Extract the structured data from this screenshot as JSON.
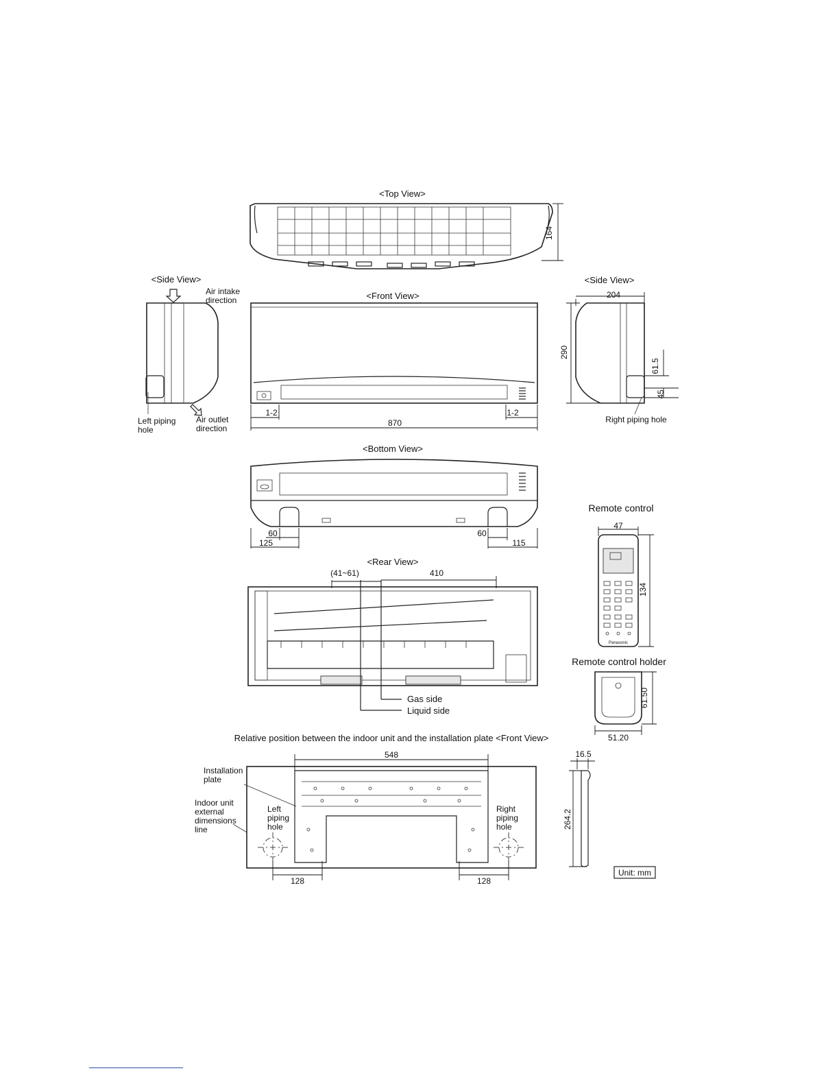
{
  "views": {
    "top_view": "<Top View>",
    "side_view_left": "<Side View>",
    "side_view_right": "<Side View>",
    "front_view": "<Front View>",
    "bottom_view": "<Bottom View>",
    "rear_view": "<Rear View>"
  },
  "labels": {
    "air_intake_1": "Air intake",
    "air_intake_2": "direction",
    "air_outlet_1": "Air outlet",
    "air_outlet_2": "direction",
    "left_piping_1": "Left piping",
    "left_piping_2": "hole",
    "right_piping": "Right piping hole",
    "gas_side": "Gas side",
    "liquid_side": "Liquid side",
    "remote_control": "Remote control",
    "remote_holder": "Remote control holder",
    "relative_position": "Relative position between the indoor unit and the installation plate <Front View>",
    "installation_plate_1": "Installation",
    "installation_plate_2": "plate",
    "indoor_ext_1": "Indoor unit",
    "indoor_ext_2": "external",
    "indoor_ext_3": "dimensions",
    "indoor_ext_4": "line",
    "plate_left_1": "Left",
    "plate_left_2": "piping",
    "plate_left_3": "hole",
    "plate_right_1": "Right",
    "plate_right_2": "piping",
    "plate_right_3": "hole",
    "unit": "Unit: mm",
    "remote_brand": "Panasonic"
  },
  "dimensions": {
    "top_depth": "164",
    "side_depth": "204",
    "side_height": "290",
    "side_61_5": "61.5",
    "side_45": "45",
    "front_gap_left": "1-2",
    "front_gap_right": "1-2",
    "front_width": "870",
    "bottom_left_60": "60",
    "bottom_left_125": "125",
    "bottom_right_60": "60",
    "bottom_right_115": "115",
    "rear_range": "(41~61)",
    "rear_410": "410",
    "remote_width": "47",
    "remote_height": "134",
    "holder_height": "61.50",
    "holder_width": "51.20",
    "plate_width": "548",
    "plate_16_5": "16.5",
    "plate_264_2": "264.2",
    "plate_left_128": "128",
    "plate_right_128": "128"
  },
  "colors": {
    "line": "#222222",
    "shade": "#e6e6e6",
    "footer_rule": "#2a4fb0"
  }
}
